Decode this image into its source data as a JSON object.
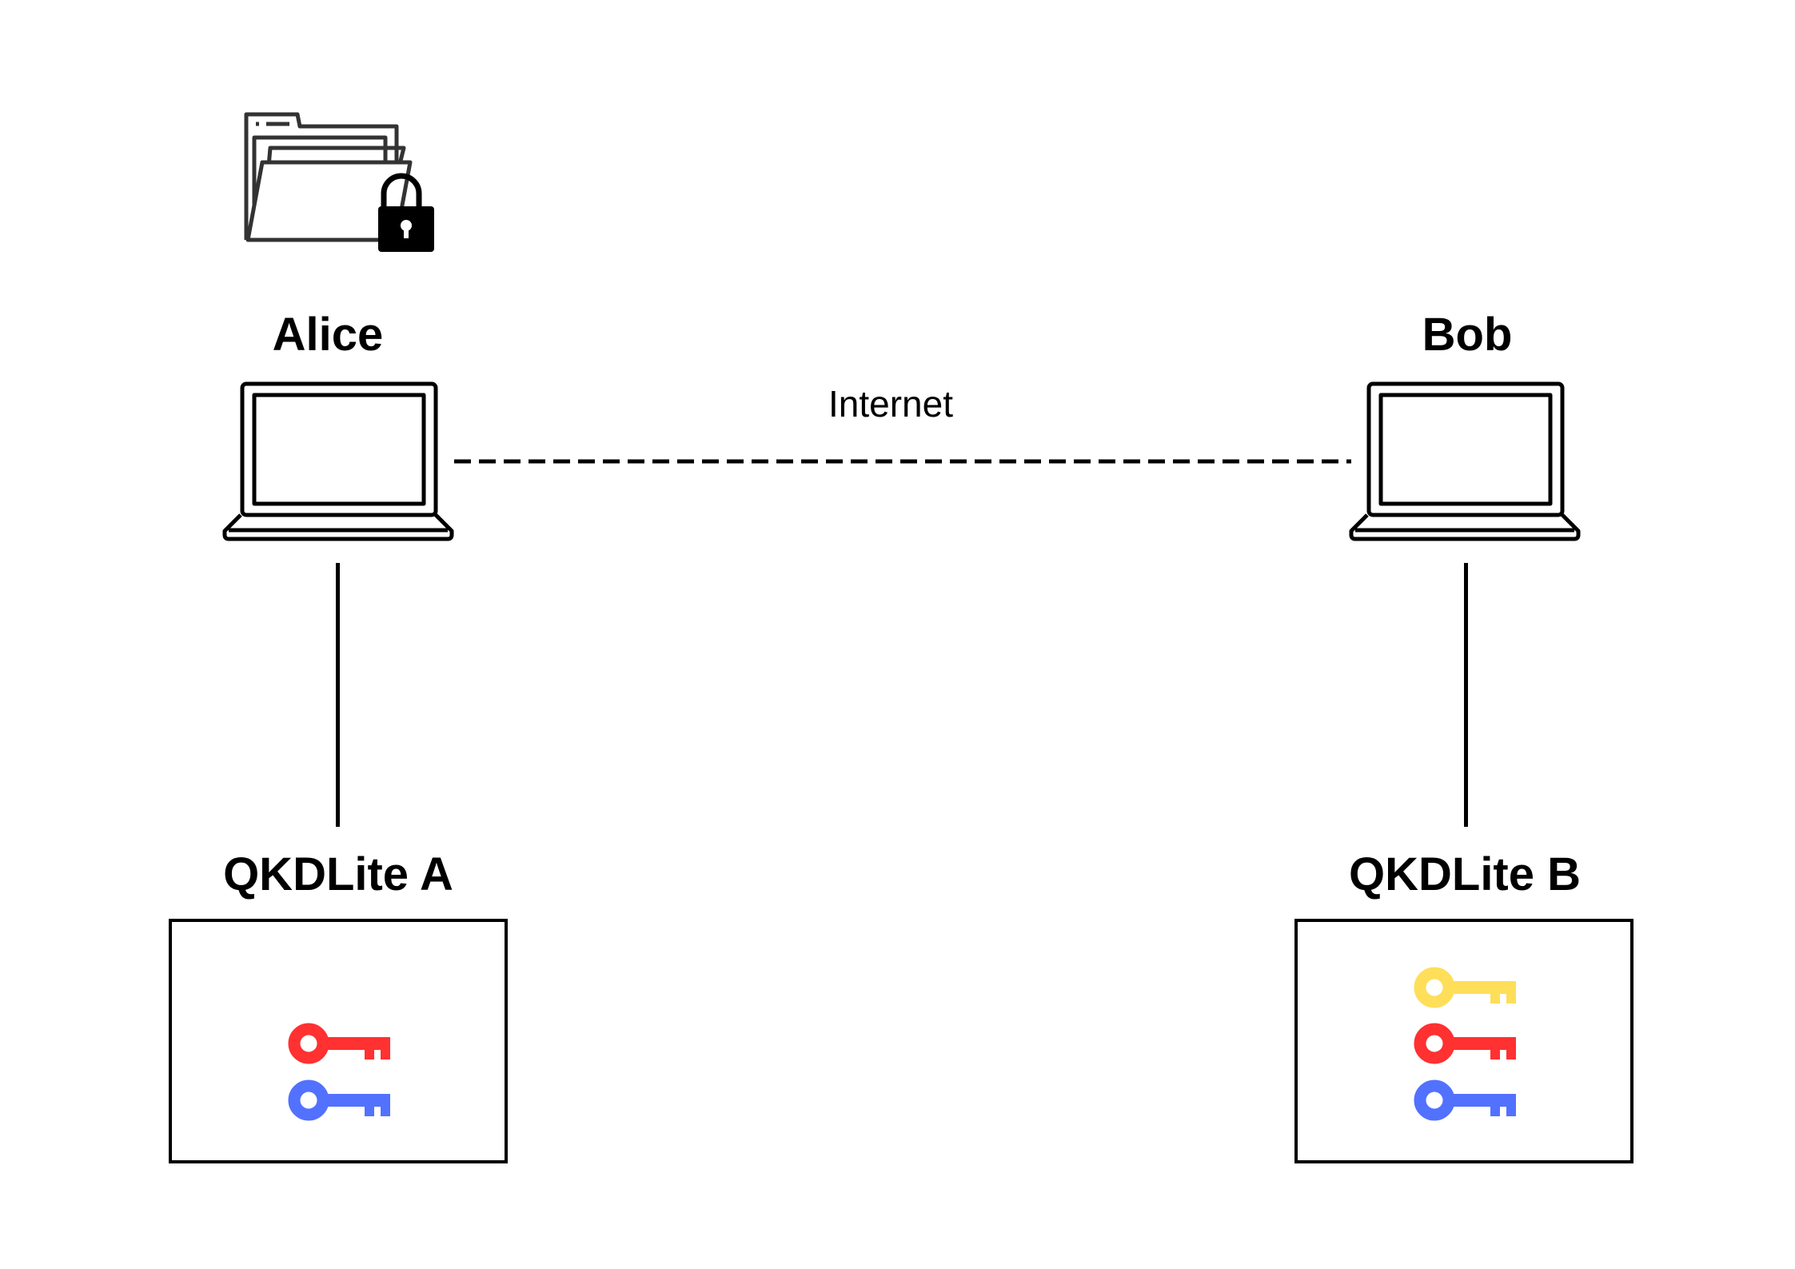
{
  "nodes": {
    "alice": {
      "label": "Alice"
    },
    "bob": {
      "label": "Bob"
    },
    "qkd_a": {
      "label": "QKDLite A"
    },
    "qkd_b": {
      "label": "QKDLite B"
    }
  },
  "links": {
    "internet": {
      "label": "Internet",
      "style": "dashed"
    }
  },
  "icons": {
    "folder": "locked-folder-icon",
    "laptop": "laptop-icon",
    "key": "key-icon"
  },
  "colors": {
    "key_yellow": "#FFDE59",
    "key_red": "#FF3131",
    "key_blue": "#5271FF"
  }
}
